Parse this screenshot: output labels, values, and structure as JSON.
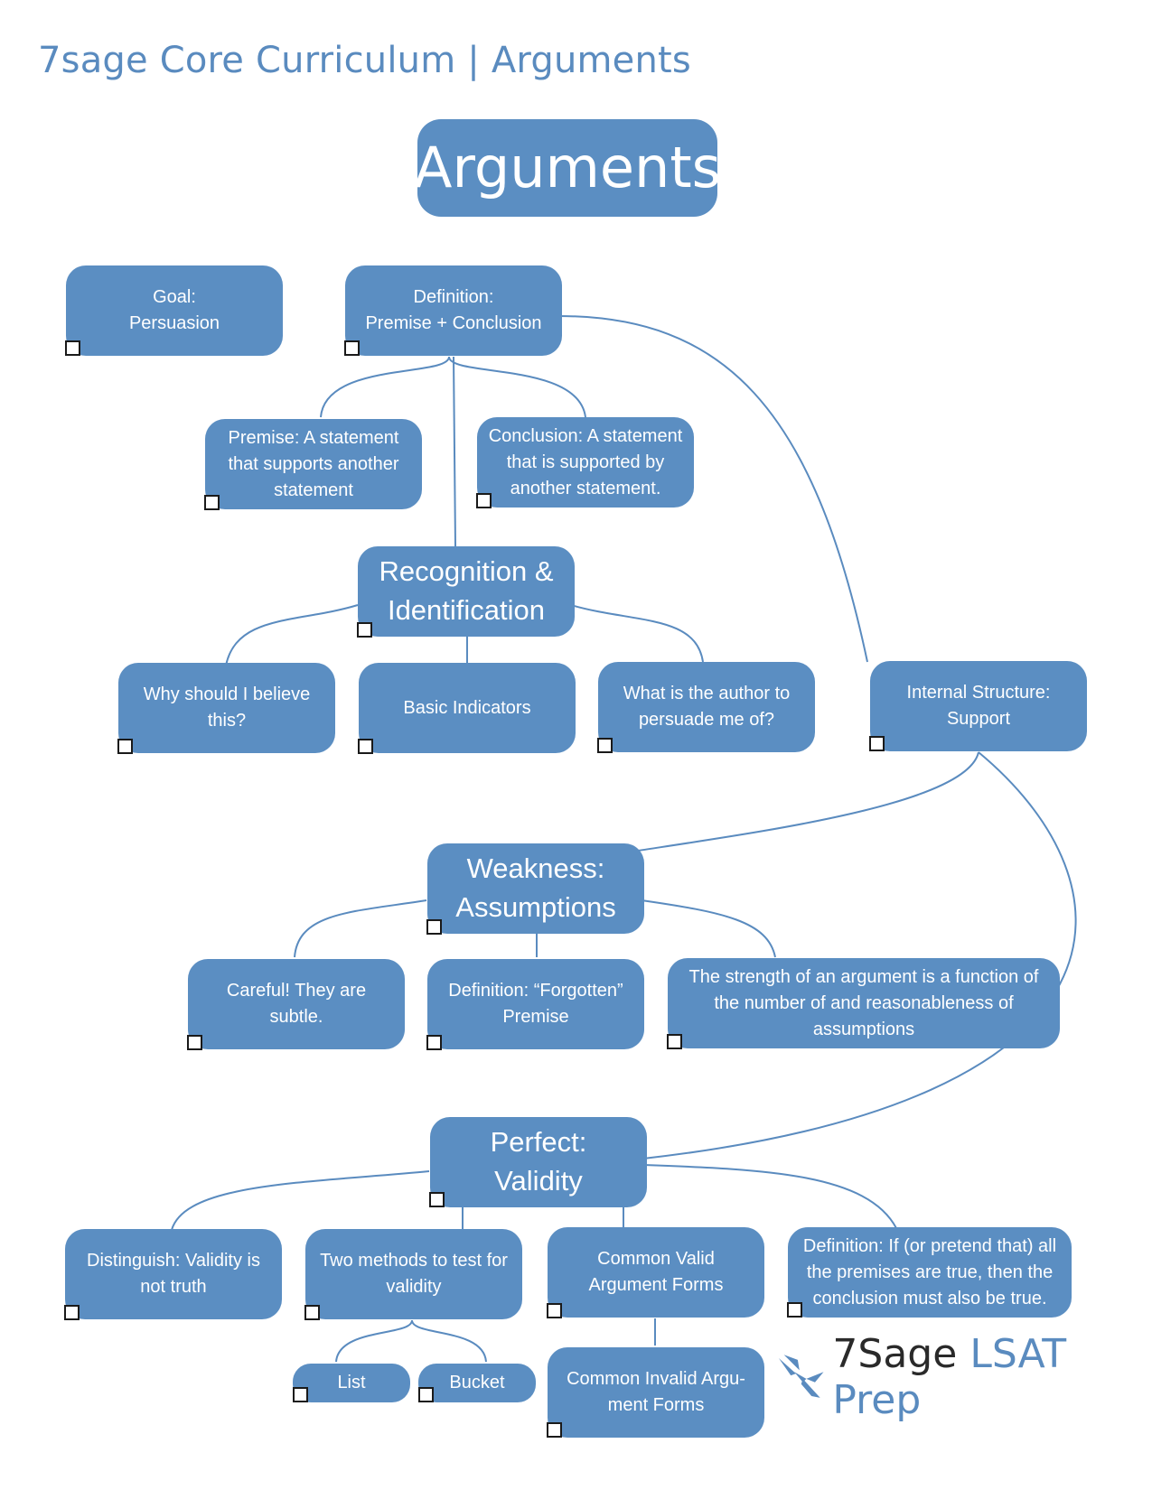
{
  "page_title": "7sage Core Curriculum | Arguments",
  "nodes": {
    "arguments": "Arguments",
    "goal": "Goal:\nPersuasion",
    "definition": "Definition:\nPremise + Conclusion",
    "premise": "Premise: A statement that supports another statement",
    "conclusion": "Conclusion: A statement that is supported by another statement.",
    "recognition": "Recognition &\nIdentification",
    "why_believe": "Why should I believe this?",
    "basic_indicators": "Basic Indicators",
    "author_persuade": "What is the author to persuade me of?",
    "internal_structure": "Internal Structure:\nSupport",
    "weakness": "Weakness:\nAssumptions",
    "careful": "Careful! They are subtle.",
    "forgotten_premise": "Definition: “Forgotten” Premise",
    "strength": "The strength of an argument is a function of the number of and reasonableness of assumptions",
    "perfect": "Perfect:\nValidity",
    "distinguish": "Distinguish: Validity is not truth",
    "two_methods": "Two methods to test for validity",
    "common_valid": "Common Valid Argument Forms",
    "validity_definition": "Definition: If (or pretend that) all the premises are true,  then the conclusion must also be true.",
    "list": "List",
    "bucket": "Bucket",
    "common_invalid": "Common Invalid  Argu-\nment Forms"
  },
  "brand": {
    "name": "7Sage",
    "sub": "LSAT Prep"
  },
  "colors": {
    "node_fill": "#5b8ec2",
    "link": "#5a8bbf",
    "title": "#5a8bbf"
  }
}
